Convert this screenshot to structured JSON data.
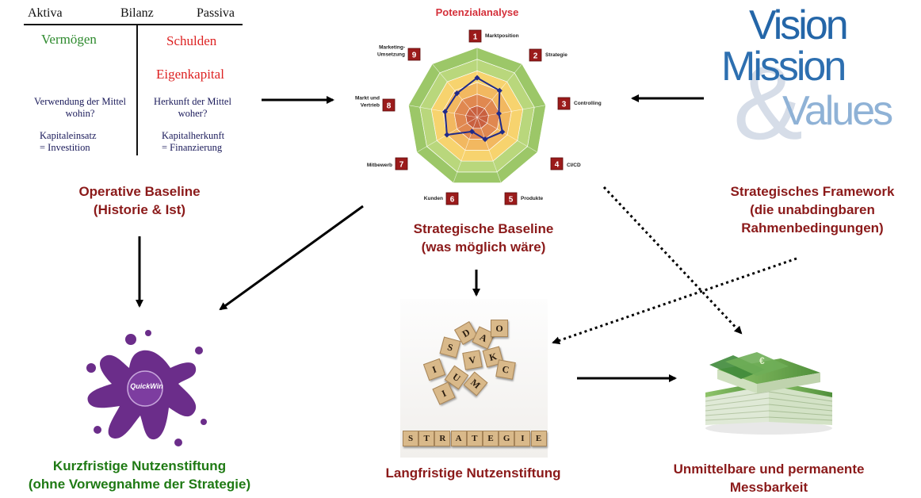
{
  "balance": {
    "header_left": "Aktiva",
    "header_center": "Bilanz",
    "header_right": "Passiva",
    "left_title": "Vermögen",
    "right_title1": "Schulden",
    "right_title2": "Eigenkapital",
    "left_q1": "Verwendung der Mittel",
    "left_q2": "wohin?",
    "right_q1": "Herkunft der Mittel",
    "right_q2": "woher?",
    "left_e1": "Kapitaleinsatz",
    "left_e2": "= Investition",
    "right_e1": "Kapitalherkunft",
    "right_e2": "= Finanzierung"
  },
  "captions": {
    "operative_1": "Operative Baseline",
    "operative_2": "(Historie & Ist)",
    "strategic_1": "Strategische Baseline",
    "strategic_2": "(was möglich wäre)",
    "framework_1": "Strategisches Framework",
    "framework_2": "(die unabdingbaren",
    "framework_3": "Rahmenbedingungen)",
    "short_1": "Kurzfristige Nutzenstiftung",
    "short_2": "(ohne Vorwegnahme der Strategie)",
    "long_1": "Langfristige Nutzenstiftung",
    "measure_1": "Unmittelbare und permanente",
    "measure_2": "Messbarkeit"
  },
  "radar": {
    "title": "Potenzialanalyse",
    "axes": [
      {
        "num": "1",
        "label": "Marktposition"
      },
      {
        "num": "2",
        "label": "Strategie"
      },
      {
        "num": "3",
        "label": "Controlling"
      },
      {
        "num": "4",
        "label": "CI/CD"
      },
      {
        "num": "5",
        "label": "Produkte"
      },
      {
        "num": "6",
        "label": "Kunden"
      },
      {
        "num": "7",
        "label": "Mitbewerb"
      },
      {
        "num": "8",
        "label": "Markt und Vertrieb"
      },
      {
        "num": "9",
        "label": "Marketing-Umsetzung"
      }
    ],
    "values": [
      3.4,
      3.0,
      1.9,
      2.5,
      2.0,
      1.3,
      3.0,
      2.8,
      2.7
    ],
    "max": 6,
    "zone_colors": [
      "#c9603f",
      "#e08850",
      "#f2b860",
      "#f7d36e",
      "#b9d77c",
      "#9cc768"
    ],
    "line_color": "#1f2a8a"
  },
  "vision": {
    "word1": "Vision",
    "word2": "Mission",
    "amp": "&",
    "word3": "Values",
    "color_dark": "#2466a8",
    "color_light": "#8fb2d6"
  },
  "quickwin": {
    "label": "QuickWin",
    "color": "#6b2d8a"
  },
  "tiles": {
    "word": "STRATEGIE",
    "scatter": [
      "I",
      "S",
      "D",
      "A",
      "V",
      "U",
      "K",
      "M",
      "C",
      "I",
      "O"
    ]
  },
  "money": {
    "note": "€"
  }
}
